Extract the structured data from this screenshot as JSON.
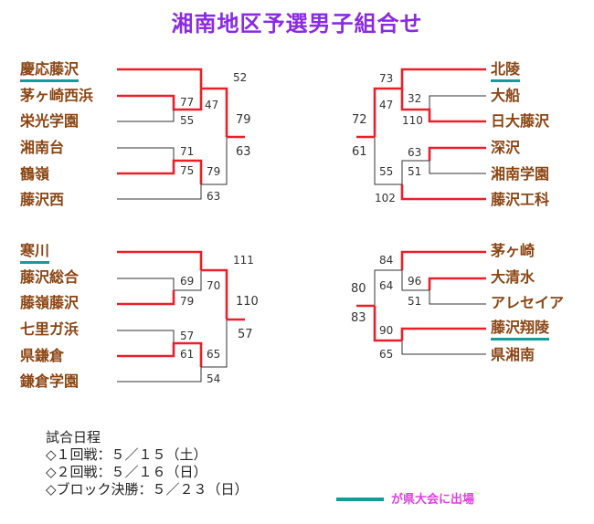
{
  "title": "湘南地区予選男子組合せ",
  "colors": {
    "win": "#e8202a",
    "loss": "#333333",
    "qualified": "#169b9b",
    "team": "#8b4513",
    "title": "#8a2be2",
    "legend": "#e040e0"
  },
  "blocks": {
    "topleft": {
      "teams": [
        "慶応藤沢",
        "茅ヶ崎西浜",
        "栄光学園",
        "湘南台",
        "鶴嶺",
        "藤沢西"
      ],
      "qualified": 0,
      "scores": [
        "52",
        "77",
        "55",
        "47",
        "79",
        "71",
        "75",
        "79",
        "63",
        "63"
      ]
    },
    "bottomleft": {
      "teams": [
        "寒川",
        "藤沢総合",
        "藤嶺藤沢",
        "七里ガ浜",
        "県鎌倉",
        "鎌倉学園"
      ],
      "qualified": 0,
      "scores": [
        "111",
        "69",
        "79",
        "70",
        "110",
        "57",
        "61",
        "65",
        "54",
        "57"
      ]
    },
    "topright": {
      "teams": [
        "北陵",
        "大船",
        "日大藤沢",
        "深沢",
        "湘南学園",
        "藤沢工科"
      ],
      "qualified": 0,
      "scores": [
        "73",
        "32",
        "110",
        "47",
        "72",
        "63",
        "51",
        "55",
        "102",
        "61"
      ]
    },
    "bottomright": {
      "teams": [
        "茅ヶ崎",
        "大清水",
        "アレセイア",
        "藤沢翔陵",
        "県湘南"
      ],
      "qualified": 3,
      "scores": [
        "84",
        "96",
        "51",
        "64",
        "80",
        "90",
        "65",
        "83"
      ]
    }
  },
  "schedule": {
    "heading": "試合日程",
    "lines": [
      "◇１回戦：５／１５（土）",
      "◇２回戦：５／１６（日）",
      "◇ブロック決勝：５／２３（日）"
    ]
  },
  "legend": {
    "label": "が県大会に出場"
  }
}
